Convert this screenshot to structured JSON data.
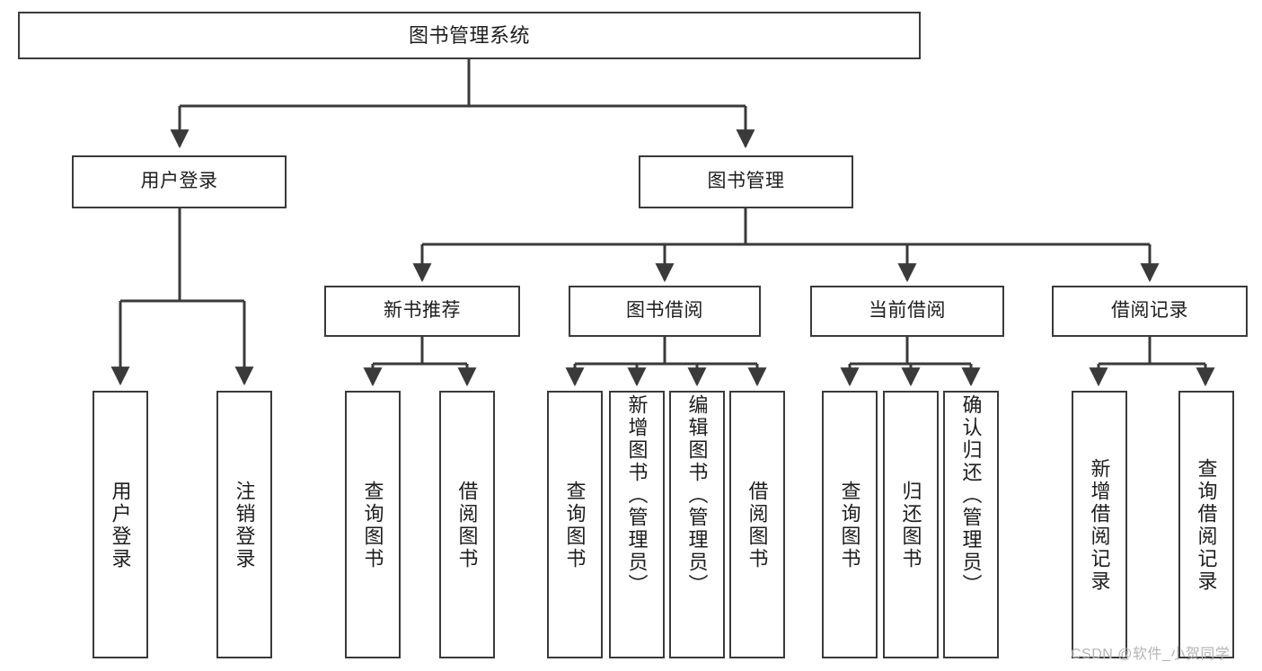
{
  "diagram": {
    "title": "图书管理系统",
    "root": {
      "id": "root",
      "label": "图书管理系统"
    },
    "level1": [
      {
        "id": "user-login",
        "label": "用户登录"
      },
      {
        "id": "book-management",
        "label": "图书管理"
      }
    ],
    "level2": [
      {
        "id": "new-book-recommend",
        "label": "新书推荐",
        "parent": "book-management"
      },
      {
        "id": "book-borrow",
        "label": "图书借阅",
        "parent": "book-management"
      },
      {
        "id": "current-borrow",
        "label": "当前借阅",
        "parent": "book-management"
      },
      {
        "id": "borrow-record",
        "label": "借阅记录",
        "parent": "book-management"
      }
    ],
    "leaves": [
      {
        "id": "leaf-user-login",
        "label": "用户登录",
        "parent": "user-login"
      },
      {
        "id": "leaf-logout",
        "label": "注销登录",
        "parent": "user-login"
      },
      {
        "id": "leaf-query-book-1",
        "label": "查询图书",
        "parent": "new-book-recommend"
      },
      {
        "id": "leaf-borrow-book-1",
        "label": "借阅图书",
        "parent": "new-book-recommend"
      },
      {
        "id": "leaf-query-book-2",
        "label": "查询图书",
        "parent": "book-borrow"
      },
      {
        "id": "leaf-add-book",
        "label": "新增图书（管理员）",
        "parent": "book-borrow"
      },
      {
        "id": "leaf-edit-book",
        "label": "编辑图书（管理员）",
        "parent": "book-borrow"
      },
      {
        "id": "leaf-borrow-book-2",
        "label": "借阅图书",
        "parent": "book-borrow"
      },
      {
        "id": "leaf-query-book-3",
        "label": "查询图书",
        "parent": "current-borrow"
      },
      {
        "id": "leaf-return-book",
        "label": "归还图书",
        "parent": "current-borrow"
      },
      {
        "id": "leaf-confirm-return",
        "label": "确认归还（管理员）",
        "parent": "current-borrow"
      },
      {
        "id": "leaf-add-record",
        "label": "新增借阅记录",
        "parent": "borrow-record"
      },
      {
        "id": "leaf-query-record",
        "label": "查询借阅记录",
        "parent": "borrow-record"
      }
    ],
    "colors": {
      "stroke": "#3a3a3a",
      "fill": "#ffffff",
      "text": "#1d1d1d",
      "watermark": "#b4b4b4"
    }
  },
  "watermark": {
    "text": "CSDN @软件_小贺同学"
  }
}
